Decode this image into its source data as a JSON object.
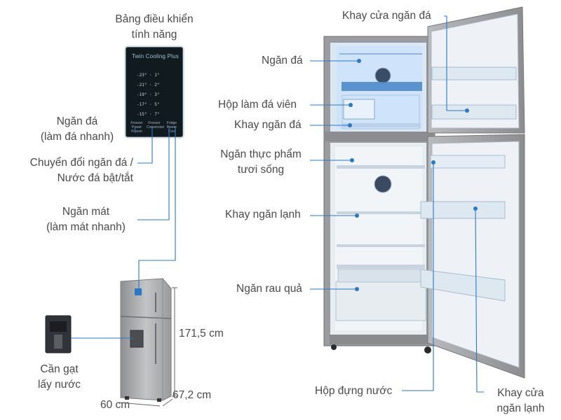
{
  "colors": {
    "accent": "#2b78c4",
    "text": "#4a4a4a",
    "steel": "#a9a9ab",
    "interior": "#e8edf2",
    "freezer": "#cfe4fb"
  },
  "labels": {
    "control_panel": [
      "Bảng điều khiển",
      "tính năng"
    ],
    "freezer_fast": [
      "Ngăn đá",
      "(làm đá nhanh)"
    ],
    "switch_mode": [
      "Chuyển đổi ngăn đá /",
      "Nước đá bật/tắt"
    ],
    "fridge_fast": [
      "Ngăn mát",
      "(làm mát nhanh)"
    ],
    "water_lever": [
      "Cần gạt",
      "lấy nước"
    ],
    "height": "171,5 cm",
    "depth": "67,2 cm",
    "width": "60 cm",
    "freezer_door_tray": "Khay cửa ngăn đá",
    "freezer": "Ngăn đá",
    "ice_box": "Hộp làm đá viên",
    "freezer_tray": "Khay ngăn đá",
    "fresh_food": [
      "Ngăn thực phẩm",
      "tươi sống"
    ],
    "fridge_tray": "Khay ngăn lạnh",
    "vegetable": "Ngăn rau quả",
    "water_box": "Hộp đựng nước",
    "fridge_door_tray": [
      "Khay cửa",
      "ngăn lạnh"
    ]
  },
  "panel": {
    "brand": "Twin Cooling Plus",
    "rows": [
      "-23°  ·  1°",
      "-21°  ·  2°",
      "-19°  ·  3°",
      "-17°  ·  5°",
      "-15°  ·  7°"
    ],
    "buttons": [
      "Freezer Power Freeze",
      "Freezer Conversion",
      "Fridge Power Cool"
    ]
  }
}
